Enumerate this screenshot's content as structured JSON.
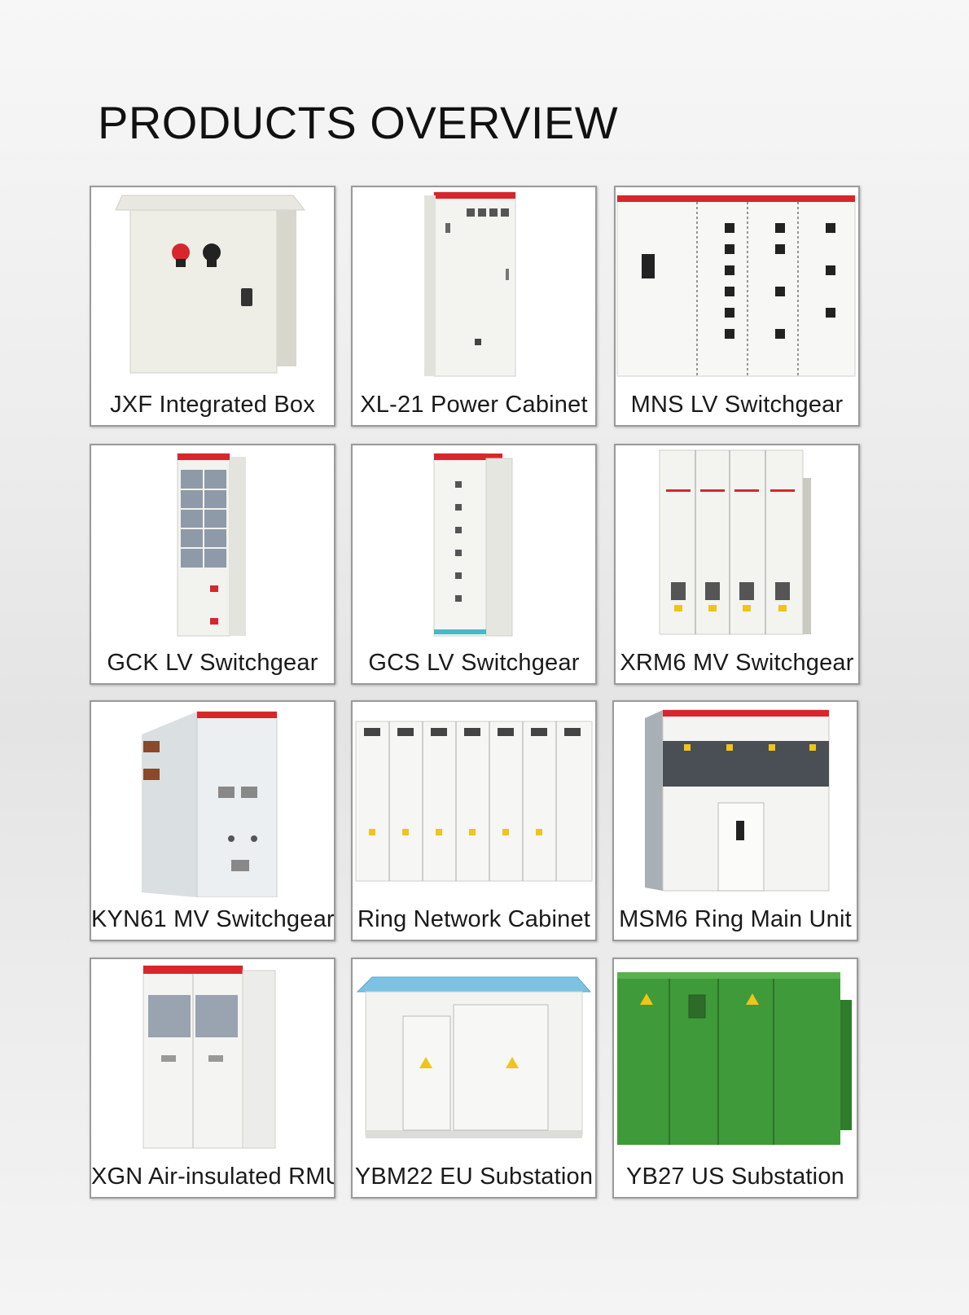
{
  "page": {
    "title": "PRODUCTS OVERVIEW"
  },
  "products": [
    {
      "label": "JXF Integrated Box"
    },
    {
      "label": "XL-21 Power Cabinet"
    },
    {
      "label": "MNS LV Switchgear"
    },
    {
      "label": "GCK LV Switchgear"
    },
    {
      "label": "GCS LV Switchgear"
    },
    {
      "label": "XRM6 MV Switchgear"
    },
    {
      "label": "KYN61 MV Switchgear"
    },
    {
      "label": "Ring Network Cabinet"
    },
    {
      "label": "MSM6 Ring Main Unit"
    },
    {
      "label": "XGN Air-insulated RMU"
    },
    {
      "label": "YBM22 EU Substation"
    },
    {
      "label": "YB27 US Substation"
    }
  ],
  "colors": {
    "accent_red": "#d8262c",
    "cabinet_white": "#f2f3f0",
    "substation_green": "#3f9a3a",
    "roof_blue": "#7cc3e3"
  }
}
